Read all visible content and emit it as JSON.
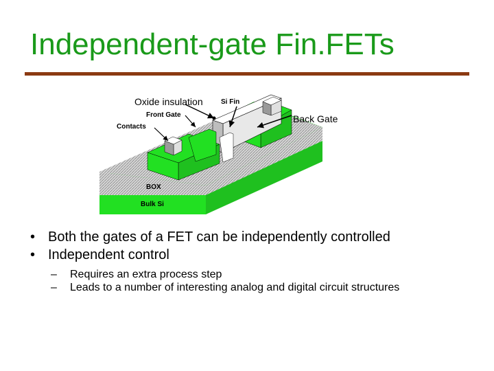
{
  "slide": {
    "title": "Independent-gate Fin.FETs"
  },
  "diagram": {
    "labels": {
      "oxide_insulation": "Oxide insulation",
      "si_fin": "Si Fin",
      "front_gate": "Front Gate",
      "contacts": "Contacts",
      "back_gate": "Back Gate",
      "box": "BOX",
      "bulk_si": "Bulk Si"
    },
    "colors": {
      "gate_green": "#22e022",
      "bulk_green": "#22e022",
      "box_gray": "#c8c8c8",
      "title_green": "#1a9a1a",
      "rule_brown": "#8b3a12"
    }
  },
  "bullets": [
    {
      "marker": "•",
      "text": "Both the gates of a FET can be independently controlled"
    },
    {
      "marker": "•",
      "text": "Independent control"
    }
  ],
  "sub_bullets": [
    {
      "marker": "–",
      "text": "Requires an extra process step"
    },
    {
      "marker": "–",
      "text": "Leads to a number of interesting analog and digital circuit structures"
    }
  ]
}
